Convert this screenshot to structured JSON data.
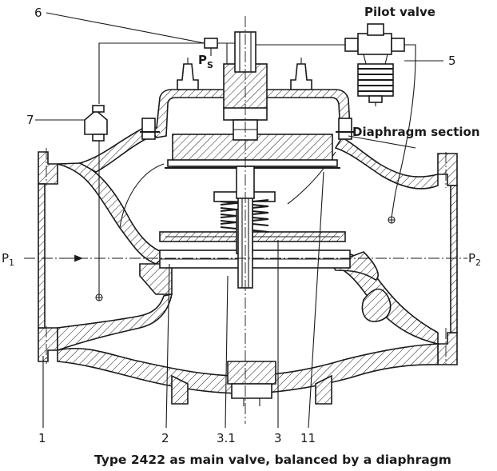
{
  "labels": {
    "pilot_valve": "Pilot valve",
    "diaphragm_section": "Diaphragm section",
    "ps_main": "P",
    "ps_sub": "S",
    "p1_main": "P",
    "p1_sub": "1",
    "p2_main": "P",
    "p2_sub": "2",
    "n6": "6",
    "n5": "5",
    "n7": "7",
    "n1": "1",
    "n2": "2",
    "n3_1": "3.1",
    "n3": "3",
    "n11": "11"
  },
  "caption": "Type 2422 as main valve, balanced by a diaphragm",
  "colors": {
    "line": "#1a1a1a",
    "background": "#ffffff"
  }
}
